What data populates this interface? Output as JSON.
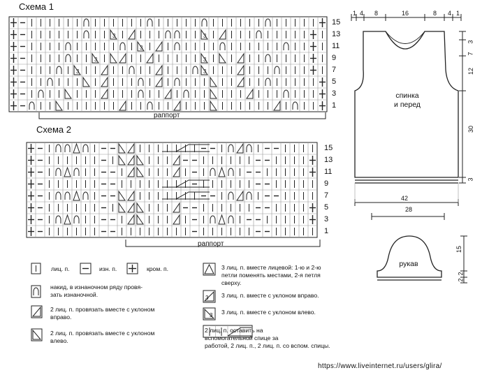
{
  "scheme1": {
    "title": "Схема 1",
    "row_numbers": [
      "15",
      "13",
      "11",
      "9",
      "7",
      "5",
      "3",
      "1"
    ],
    "rapport_label": "раппорт"
  },
  "scheme2": {
    "title": "Схема 2",
    "row_numbers": [
      "15",
      "13",
      "11",
      "9",
      "7",
      "5",
      "3",
      "1"
    ],
    "rapport_label": "раппорт"
  },
  "legend": {
    "knit": "лиц. п.",
    "purl": "изн. п.",
    "edge": "кром. п.",
    "yarn_over": "накид, в изнаночном ряду провя-\nзать изнаночной.",
    "k2tog_right": "2 лиц. п. провязать вместе с уклоном\nвправо.",
    "k2tog_left": "2 лиц. п. провязать вместе с уклоном\nвлево.",
    "k3tog": "3 лиц. п. вместе лицевой: 1-ю и 2-ю\nпетли поменять местами, 2-я петля\nсверху.",
    "k3_right": "3 лиц. п. вместе с уклоном вправо.",
    "k3_left": "3 лиц. п. вместе с уклоном влево.",
    "cable": "2 лиц. п. оставить на\nвспомогательной спице за\nработой, 2 лиц. п., 2 лиц. п. со вспом. спицы."
  },
  "body_schematic": {
    "label": "спинка\nи перед",
    "top_dims": [
      "1",
      "4",
      "8",
      "16",
      "8",
      "4",
      "1"
    ],
    "side_dims": [
      "3",
      "7",
      "12",
      "30"
    ],
    "bottom_dims": [
      "3",
      "42"
    ]
  },
  "sleeve_schematic": {
    "label": "рукав",
    "width": "28",
    "side_dims": [
      "15",
      "2",
      "2"
    ]
  },
  "watermark": "https://www.liveinternet.ru/users/glira/"
}
